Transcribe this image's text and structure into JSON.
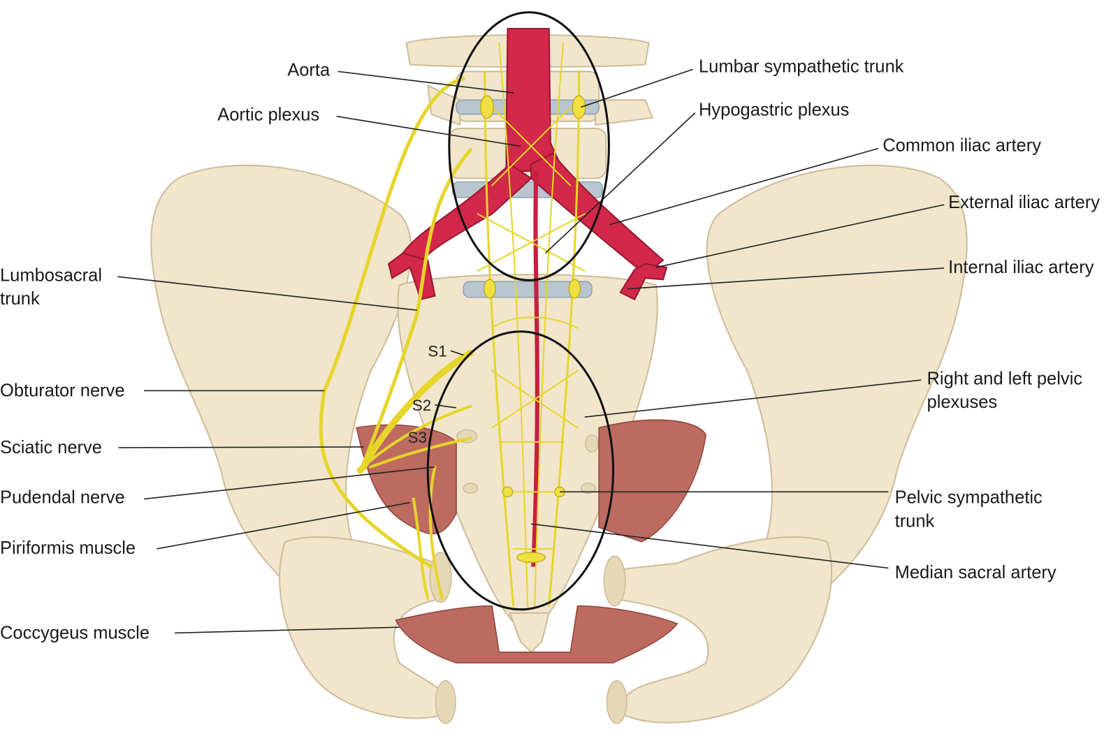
{
  "labels_left": {
    "aorta": "Aorta",
    "aortic_plexus": "Aortic plexus",
    "lumbosacral_trunk_1": "Lumbosacral",
    "lumbosacral_trunk_2": "trunk",
    "obturator_nerve": "Obturator nerve",
    "sciatic_nerve": "Sciatic nerve",
    "pudendal_nerve": "Pudendal nerve",
    "piriformis_muscle": "Piriformis muscle",
    "coccygeus_muscle": "Coccygeus muscle"
  },
  "labels_right": {
    "lumbar_sympathetic_trunk": "Lumbar sympathetic trunk",
    "hypogastric_plexus": "Hypogastric plexus",
    "common_iliac_artery": "Common iliac artery",
    "external_iliac_artery": "External iliac artery",
    "internal_iliac_artery": "Internal iliac artery",
    "pelvic_plexuses_1": "Right and left pelvic",
    "pelvic_plexuses_2": "plexuses",
    "pelvic_sympathetic_trunk_1": "Pelvic sympathetic",
    "pelvic_sympathetic_trunk_2": "trunk",
    "median_sacral_artery": "Median sacral artery"
  },
  "sacral_levels": {
    "s1": "S1",
    "s2": "S2",
    "s3": "S3"
  },
  "colors": {
    "bone": "#f1e6cc",
    "artery": "#d2284a",
    "nerve": "#e6d52a",
    "muscle": "#bd6a60"
  }
}
